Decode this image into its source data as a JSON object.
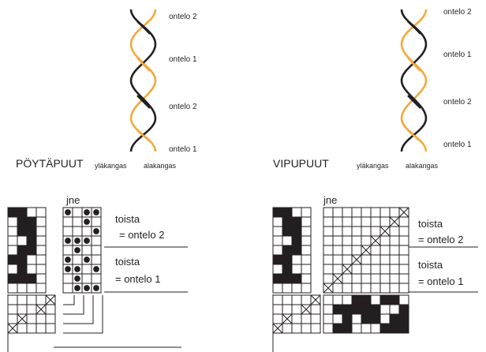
{
  "colors": {
    "orange": "#f2a93b",
    "ink": "#231f20"
  },
  "left": {
    "title": "PÖYTÄPUUT",
    "twist_labels": [
      "ontelo 2",
      "ontelo 1",
      "ontelo 2",
      "ontelo 1"
    ],
    "shed_labels": [
      "yläkangas",
      "alakangas"
    ],
    "jne": "jne",
    "repeat_top": [
      "toista",
      "= ontelo 2"
    ],
    "repeat_bottom": [
      "toista",
      "= ontelo 1"
    ]
  },
  "right": {
    "title": "VIPUPUUT",
    "twist_labels": [
      "ontelo 2",
      "ontelo 1",
      "ontelo 2",
      "ontelo 1"
    ],
    "shed_labels": [
      "yläkangas",
      "alakangas"
    ],
    "jne": "jne",
    "repeat_top": [
      "toista",
      "= ontelo 2"
    ],
    "repeat_bottom": [
      "toista",
      "= ontelo 1"
    ]
  }
}
